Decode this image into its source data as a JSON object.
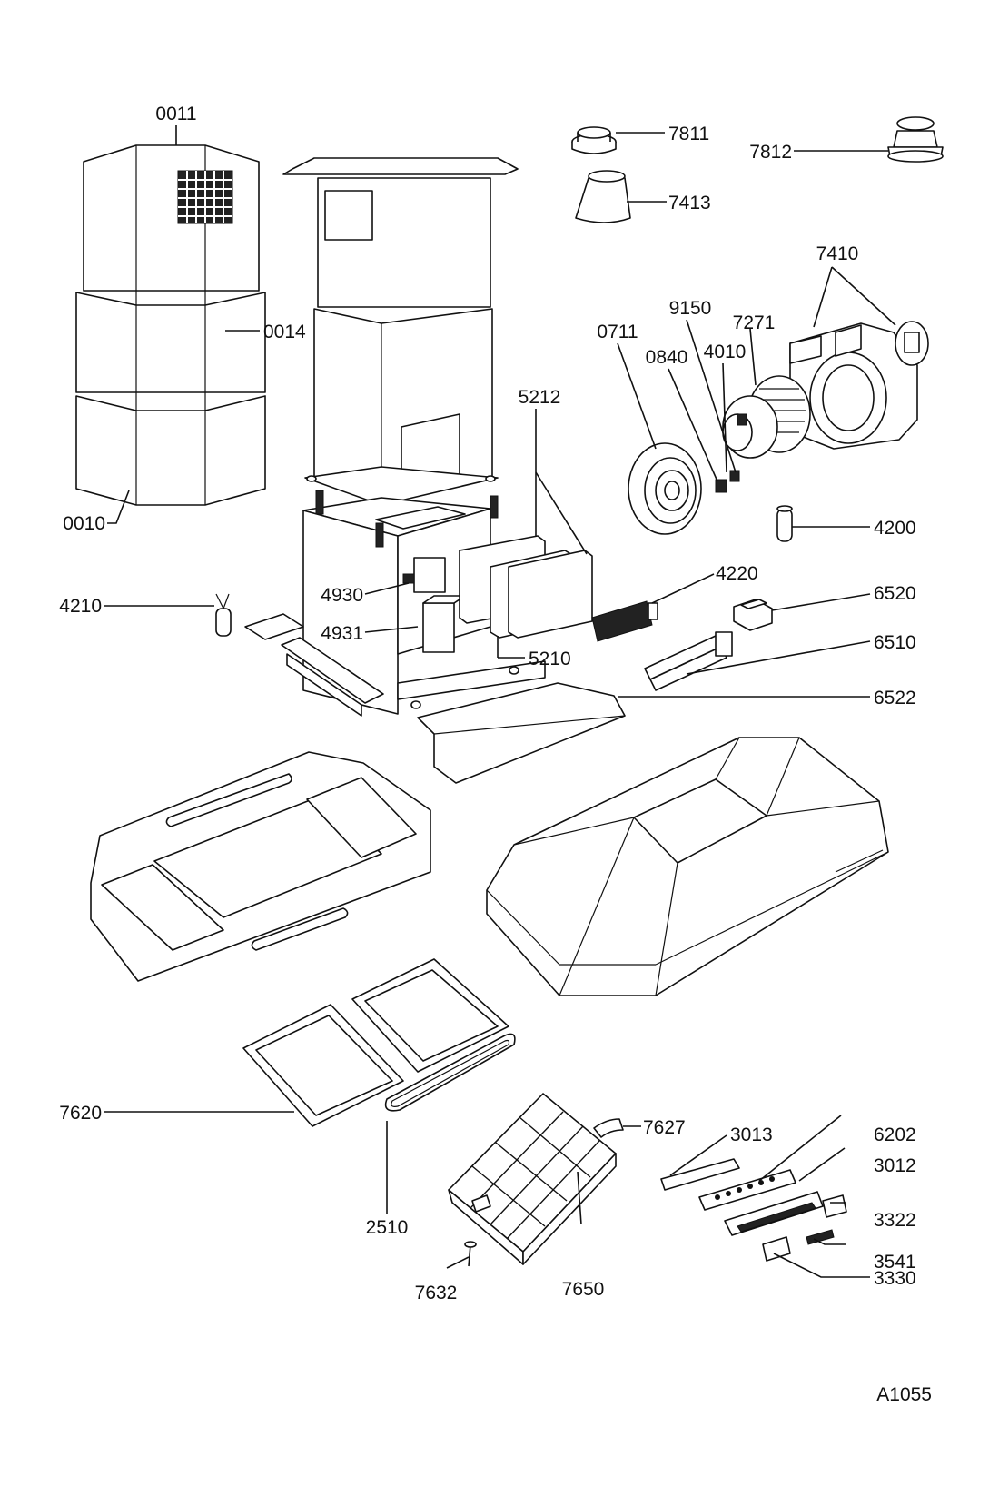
{
  "drawing_id": "A1055",
  "parts": [
    {
      "number": "0011"
    },
    {
      "number": "0014"
    },
    {
      "number": "0010"
    },
    {
      "number": "7811"
    },
    {
      "number": "7812"
    },
    {
      "number": "7413"
    },
    {
      "number": "7410"
    },
    {
      "number": "9150"
    },
    {
      "number": "7271"
    },
    {
      "number": "0711"
    },
    {
      "number": "0840"
    },
    {
      "number": "4010"
    },
    {
      "number": "5212"
    },
    {
      "number": "4200"
    },
    {
      "number": "4220"
    },
    {
      "number": "6520"
    },
    {
      "number": "4930"
    },
    {
      "number": "4210"
    },
    {
      "number": "4931"
    },
    {
      "number": "6510"
    },
    {
      "number": "5210"
    },
    {
      "number": "6522"
    },
    {
      "number": "3013"
    },
    {
      "number": "6202"
    },
    {
      "number": "7627"
    },
    {
      "number": "3012"
    },
    {
      "number": "7620"
    },
    {
      "number": "3322"
    },
    {
      "number": "3541"
    },
    {
      "number": "2510"
    },
    {
      "number": "3330"
    },
    {
      "number": "7632"
    },
    {
      "number": "7650"
    }
  ]
}
